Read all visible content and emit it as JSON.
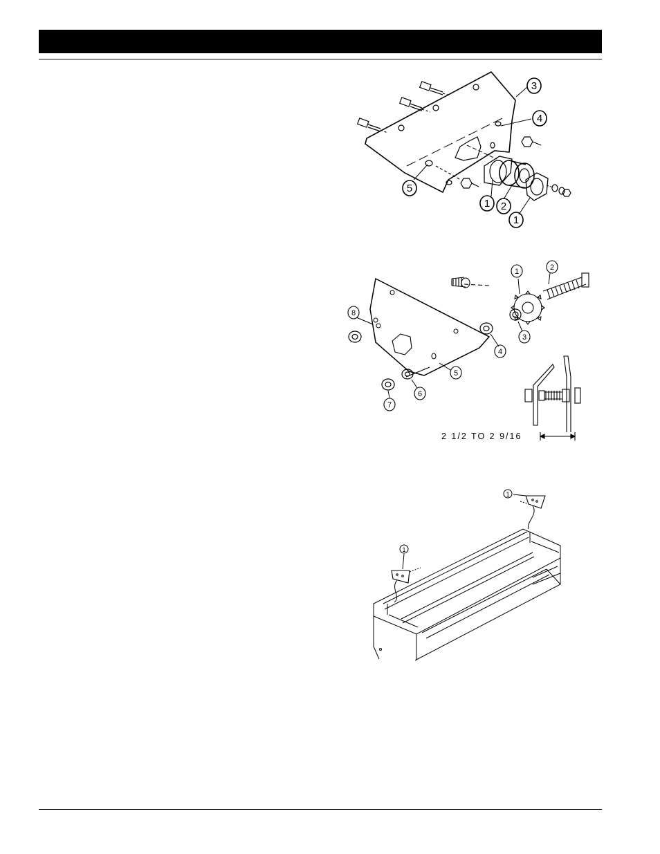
{
  "figures": [
    {
      "callouts": [
        "3",
        "4",
        "5",
        "1",
        "2",
        "1"
      ]
    },
    {
      "callouts": [
        "1",
        "2",
        "8",
        "4",
        "3",
        "5",
        "6",
        "7"
      ],
      "dimension_label": "2 1/2 TO 2 9/16"
    },
    {
      "callouts": [
        "1",
        "1"
      ]
    }
  ]
}
